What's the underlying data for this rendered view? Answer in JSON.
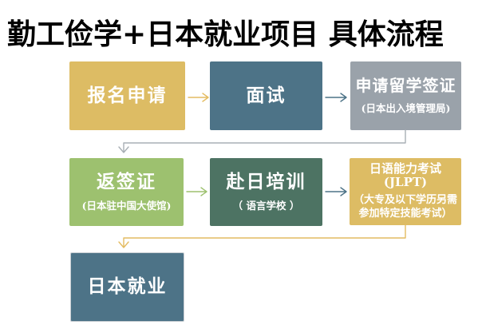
{
  "title": "勤工俭学+日本就业项目 具体流程",
  "colors": {
    "gold": "#ddbc64",
    "teal": "#4d7387",
    "gray": "#9aa2aa",
    "light_green": "#9dc16f",
    "dark_green": "#4d7363",
    "connector_gray": "#a9afb5",
    "connector_gold": "#e4bc62",
    "text_white": "#ffffff"
  },
  "flow": {
    "steps": [
      {
        "label": "报名申请",
        "subtitle": ""
      },
      {
        "label": "面试",
        "subtitle": ""
      },
      {
        "label": "申请留学签证",
        "subtitle": "(日本出入境管理局)"
      },
      {
        "label": "返签证",
        "subtitle": "(日本驻中国大使馆)"
      },
      {
        "label": "赴日培训",
        "subtitle": "（ 语言学校 ）"
      },
      {
        "label": "日语能力考试(JLPT)",
        "subtitle": "（大专及以下学历另需参加特定技能考试）"
      },
      {
        "label": "日本就业",
        "subtitle": ""
      }
    ]
  }
}
